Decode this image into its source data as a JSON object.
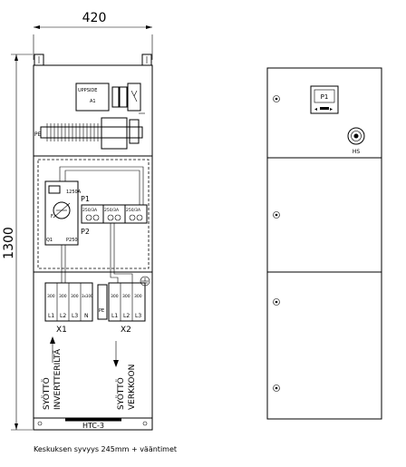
{
  "dimensions": {
    "width": "420",
    "height": "1300"
  },
  "cabinet": {
    "title_plate": "HTC-3",
    "top_unit_line1": "UPPSIDE",
    "top_unit_line2": "A1",
    "pe_label": "PE",
    "breaker_label": "1250A",
    "breaker_bottom_label": "P250",
    "q_label": "Q1",
    "switch_top_label": "P1",
    "switch_bottom_label": "P2",
    "fuse_labels": [
      "250/3A",
      "250/3A",
      "250/3A"
    ],
    "fuse_side_label": "F",
    "x1_terminals": [
      "L1",
      "L2",
      "L3",
      "N"
    ],
    "x1_ratings": [
      "300",
      "300",
      "300",
      "3x300"
    ],
    "x2_terminals": [
      "PE",
      "L1",
      "L2",
      "L3"
    ],
    "x2_ratings": [
      "300",
      "300",
      "300"
    ],
    "x1_label": "X1",
    "x2_label": "X2",
    "x1_feed_line1": "SYÖTTÖ",
    "x1_feed_line2": "INVERTTERILTÄ",
    "x2_feed_line1": "SYÖTTÖ",
    "x2_feed_line2": "VERKKOON"
  },
  "front_view": {
    "meter_label": "P1",
    "switch_label": "HS"
  },
  "footnote": "Keskuksen syvyys 245mm + vääntimet"
}
